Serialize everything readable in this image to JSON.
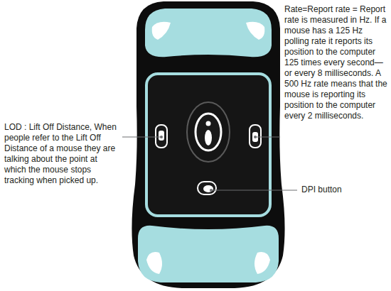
{
  "diagram": {
    "labels": [
      "Rate=Report rate = Report rate is measured in Hz. If a mouse has a 125 Hz polling rate it reports its position to the computer 125 times every second—or every 8 milliseconds. A 500 Hz rate means that the mouse is reporting its position to the computer every 2 milliseconds.",
      "LOD : Lift Off Distance, When people refer to the Lift Off Distance of a mouse they are talking about the point at which the mouse stops tracking when picked up.",
      "DPI button"
    ]
  }
}
